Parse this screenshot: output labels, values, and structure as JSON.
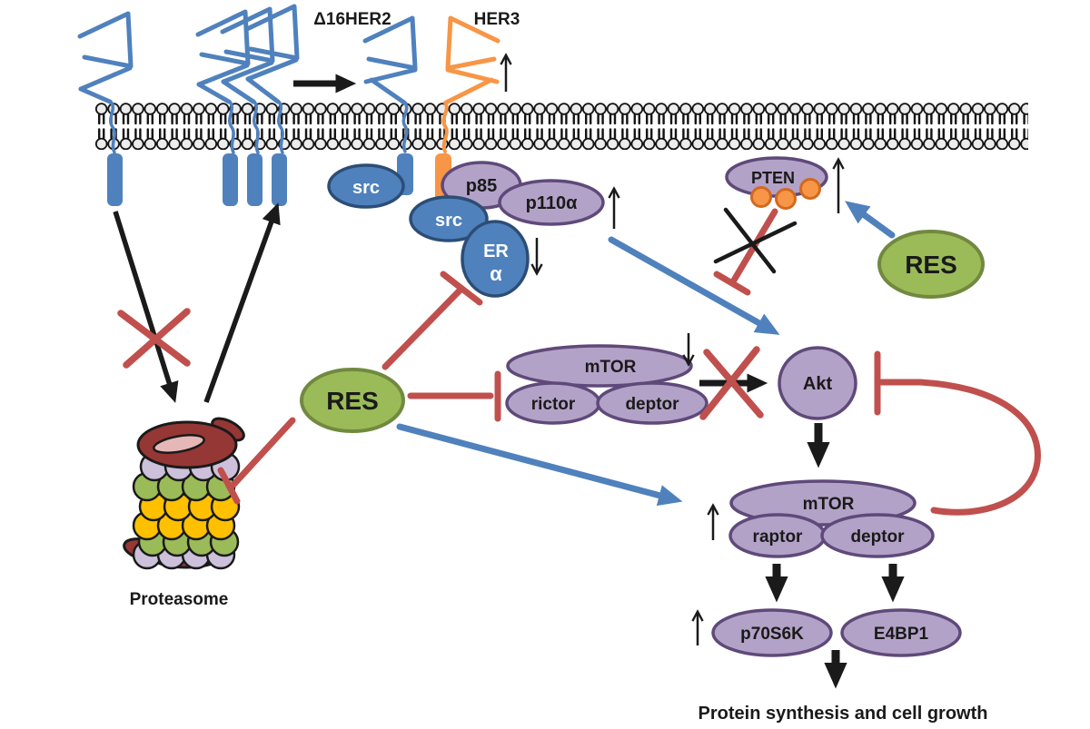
{
  "labels": {
    "delta16her2": "Δ16HER2",
    "her3": "HER3",
    "proteasome": "Proteasome",
    "outcome": "Protein synthesis and cell growth"
  },
  "nodes": {
    "src_membrane": "src",
    "src_complex": "src",
    "p85": "p85",
    "p110a": "p110α",
    "er_line1": "ER",
    "er_line2": "α",
    "pten": "PTEN",
    "res_upper": "RES",
    "res_lower": "RES",
    "mtorc2_mtor": "mTOR",
    "mtorc2_rictor": "rictor",
    "mtorc2_deptor": "deptor",
    "akt": "Akt",
    "mtorc1_mtor": "mTOR",
    "mtorc1_raptor": "raptor",
    "mtorc1_deptor": "deptor",
    "p70s6k": "p70S6K",
    "e4bp1": "E4BP1"
  },
  "colors": {
    "receptor_blue": "#4F81BD",
    "receptor_orange": "#F79646",
    "node_purple_fill": "#B3A2C7",
    "node_purple_border": "#5F497A",
    "node_blue_fill": "#4F81BD",
    "node_green_fill": "#9BBB59",
    "node_green_border": "#71893F",
    "inhibition_red": "#C0504D",
    "activation_black": "#1a1a1a",
    "activation_blue": "#4F81BD",
    "proteasome_cap": "#953735",
    "proteasome_ball_lavender": "#CCC0DA",
    "proteasome_ball_green": "#9BBB59",
    "proteasome_ball_yellow": "#FFC000",
    "membrane_head": "#ececec"
  },
  "edges": [
    {
      "from": "Δ16HER2 monomers",
      "to": "Δ16HER2/HER3 heterodimer",
      "type": "activation",
      "color": "black"
    },
    {
      "from": "Δ16HER2 receptor",
      "to": "Proteasome",
      "type": "activation",
      "color": "black",
      "blocked_by": "red X"
    },
    {
      "from": "Proteasome",
      "to": "Δ16HER2 receptor cluster",
      "type": "activation",
      "color": "black"
    },
    {
      "from": "RES",
      "to": "Proteasome",
      "type": "inhibition",
      "color": "red"
    },
    {
      "from": "RES",
      "to": "ERα",
      "type": "inhibition",
      "color": "red"
    },
    {
      "from": "RES",
      "to": "mTOR/rictor/deptor (mTORC2)",
      "type": "inhibition",
      "color": "red"
    },
    {
      "from": "RES",
      "to": "mTOR/raptor/deptor (mTORC1)",
      "type": "activation",
      "color": "blue"
    },
    {
      "from": "RES (upper)",
      "to": "PTEN",
      "type": "activation",
      "color": "blue"
    },
    {
      "from": "p110α",
      "to": "Akt",
      "type": "activation",
      "color": "blue"
    },
    {
      "from": "PTEN",
      "to": "PI3K/Akt axis",
      "type": "inhibition",
      "color": "red",
      "blocked_by": "black X"
    },
    {
      "from": "mTORC2",
      "to": "Akt",
      "type": "activation",
      "color": "black",
      "blocked_by": "red X"
    },
    {
      "from": "mTORC1",
      "to": "Akt",
      "type": "inhibition-feedback",
      "color": "red"
    },
    {
      "from": "Akt",
      "to": "mTORC1",
      "type": "activation",
      "color": "black"
    },
    {
      "from": "mTORC1 raptor",
      "to": "p70S6K",
      "type": "activation",
      "color": "black"
    },
    {
      "from": "mTORC1 deptor",
      "to": "E4BP1",
      "type": "activation",
      "color": "black"
    },
    {
      "from": "p70S6K / E4BP1",
      "to": "Protein synthesis and cell growth",
      "type": "activation",
      "color": "black"
    }
  ],
  "regulation_marks": [
    {
      "near": "Δ16HER2/HER3 dimer",
      "direction": "up"
    },
    {
      "near": "p110α",
      "direction": "up"
    },
    {
      "near": "ERα",
      "direction": "down"
    },
    {
      "near": "PTEN",
      "direction": "up"
    },
    {
      "near": "mTORC2",
      "direction": "down"
    },
    {
      "near": "mTORC1",
      "direction": "up"
    },
    {
      "near": "p70S6K",
      "direction": "up"
    }
  ]
}
